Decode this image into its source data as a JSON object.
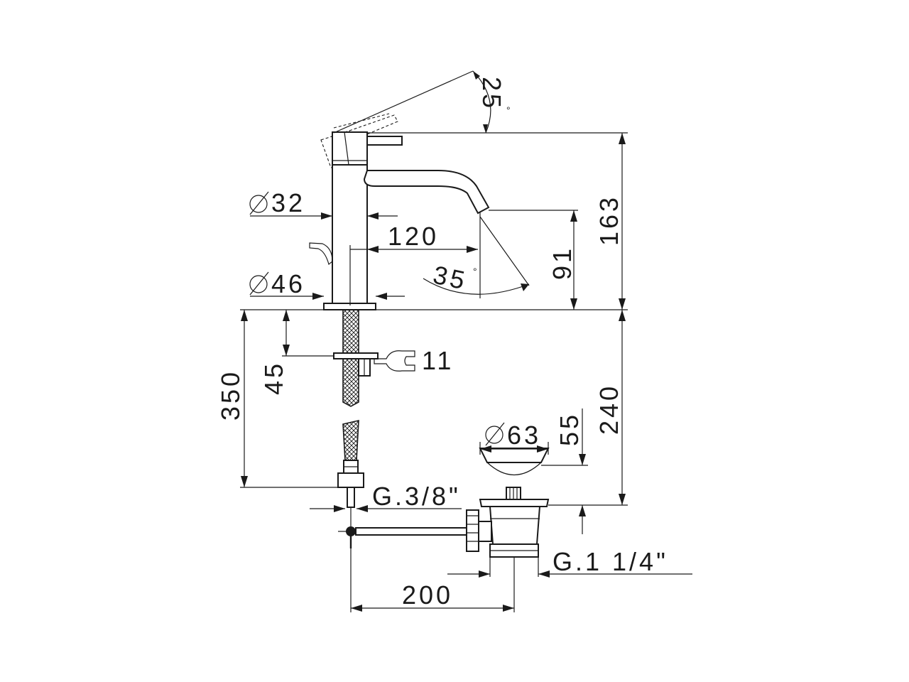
{
  "diagram": {
    "dimensions": {
      "angle_top": "25",
      "degree_top": "°",
      "diam_spout_body": "32",
      "height_total": "163",
      "reach": "120",
      "spout_height": "91",
      "angle_spout": "35",
      "degree_spout": "°",
      "diam_base": "46",
      "hose_length": "350",
      "nut_depth": "45",
      "wrench_size": "11",
      "under_basin": "240",
      "waste_height": "55",
      "diam_waste": "63",
      "hose_thread": "G.3/8\"",
      "waste_thread": "G.1 1/4\"",
      "rod_distance": "200"
    }
  }
}
